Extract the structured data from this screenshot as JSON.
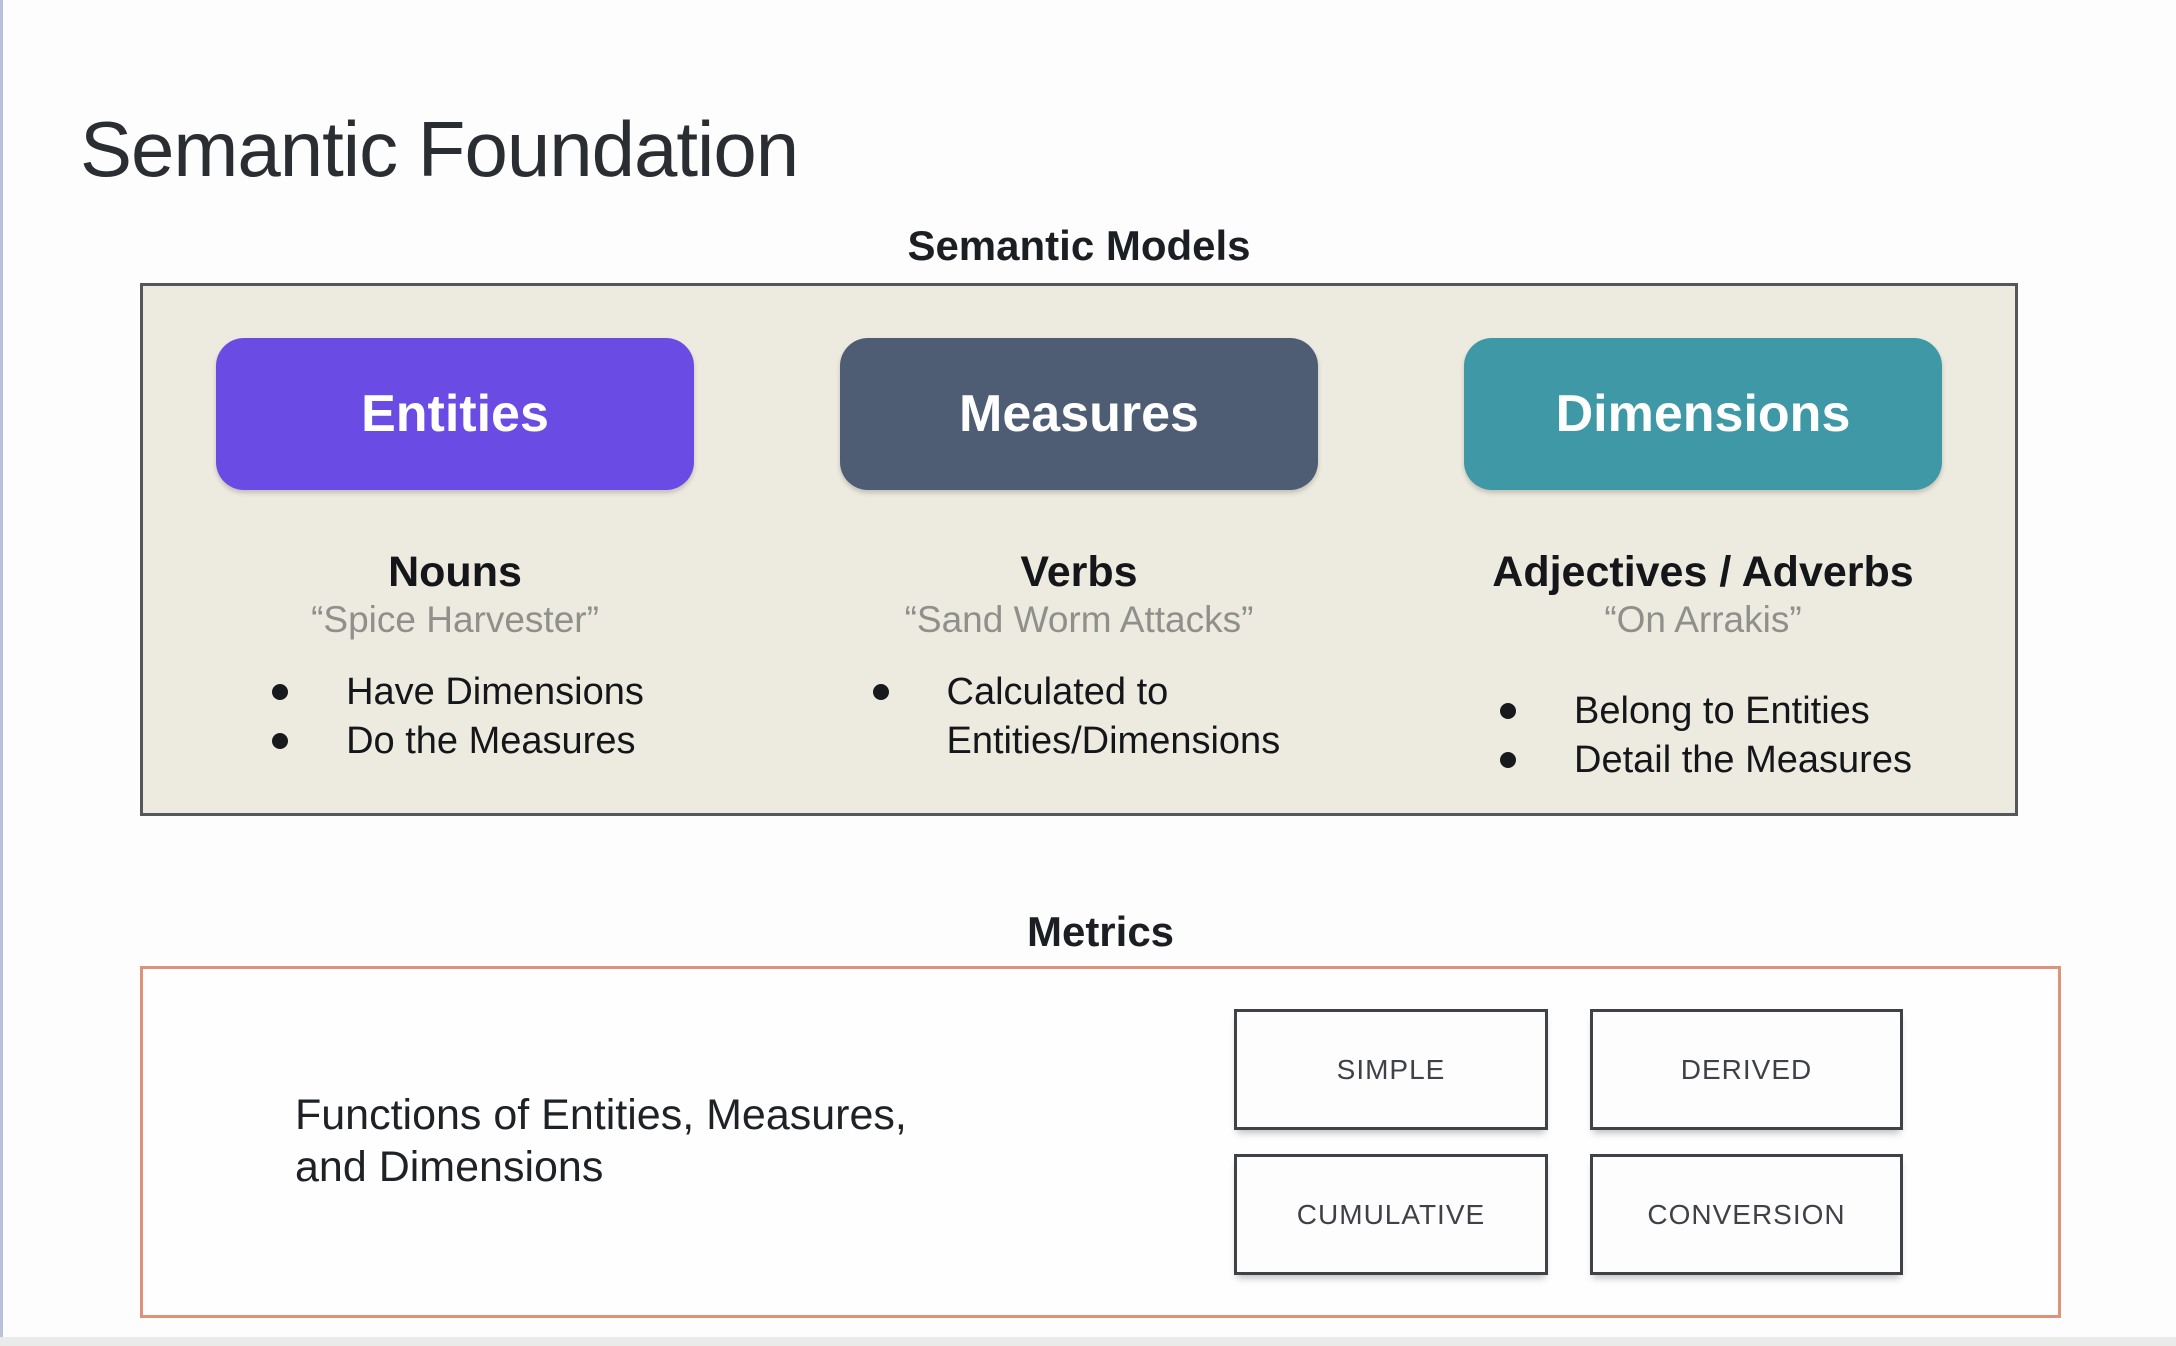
{
  "page": {
    "title": "Semantic Foundation"
  },
  "semantic_models": {
    "heading": "Semantic Models",
    "panel_background": "#edebdf",
    "columns": [
      {
        "button": "Entities",
        "color": "#6a4ce4",
        "heading": "Nouns",
        "quote": "“Spice Harvester”",
        "bullets": [
          "Have Dimensions",
          "Do the Measures"
        ]
      },
      {
        "button": "Measures",
        "color": "#4e5d73",
        "heading": "Verbs",
        "quote": "“Sand Worm Attacks”",
        "bullets": [
          "Calculated to Entities/Dimensions"
        ]
      },
      {
        "button": "Dimensions",
        "color": "#3e98a6",
        "heading": "Adjectives / Adverbs",
        "quote": "“On Arrakis”",
        "bullets": [
          "Belong to Entities",
          "Detail the Measures"
        ]
      }
    ]
  },
  "metrics": {
    "heading": "Metrics",
    "border_color": "#dd937a",
    "description": "Functions of Entities, Measures,\nand Dimensions",
    "types": [
      "SIMPLE",
      "DERIVED",
      "CUMULATIVE",
      "CONVERSION"
    ]
  }
}
